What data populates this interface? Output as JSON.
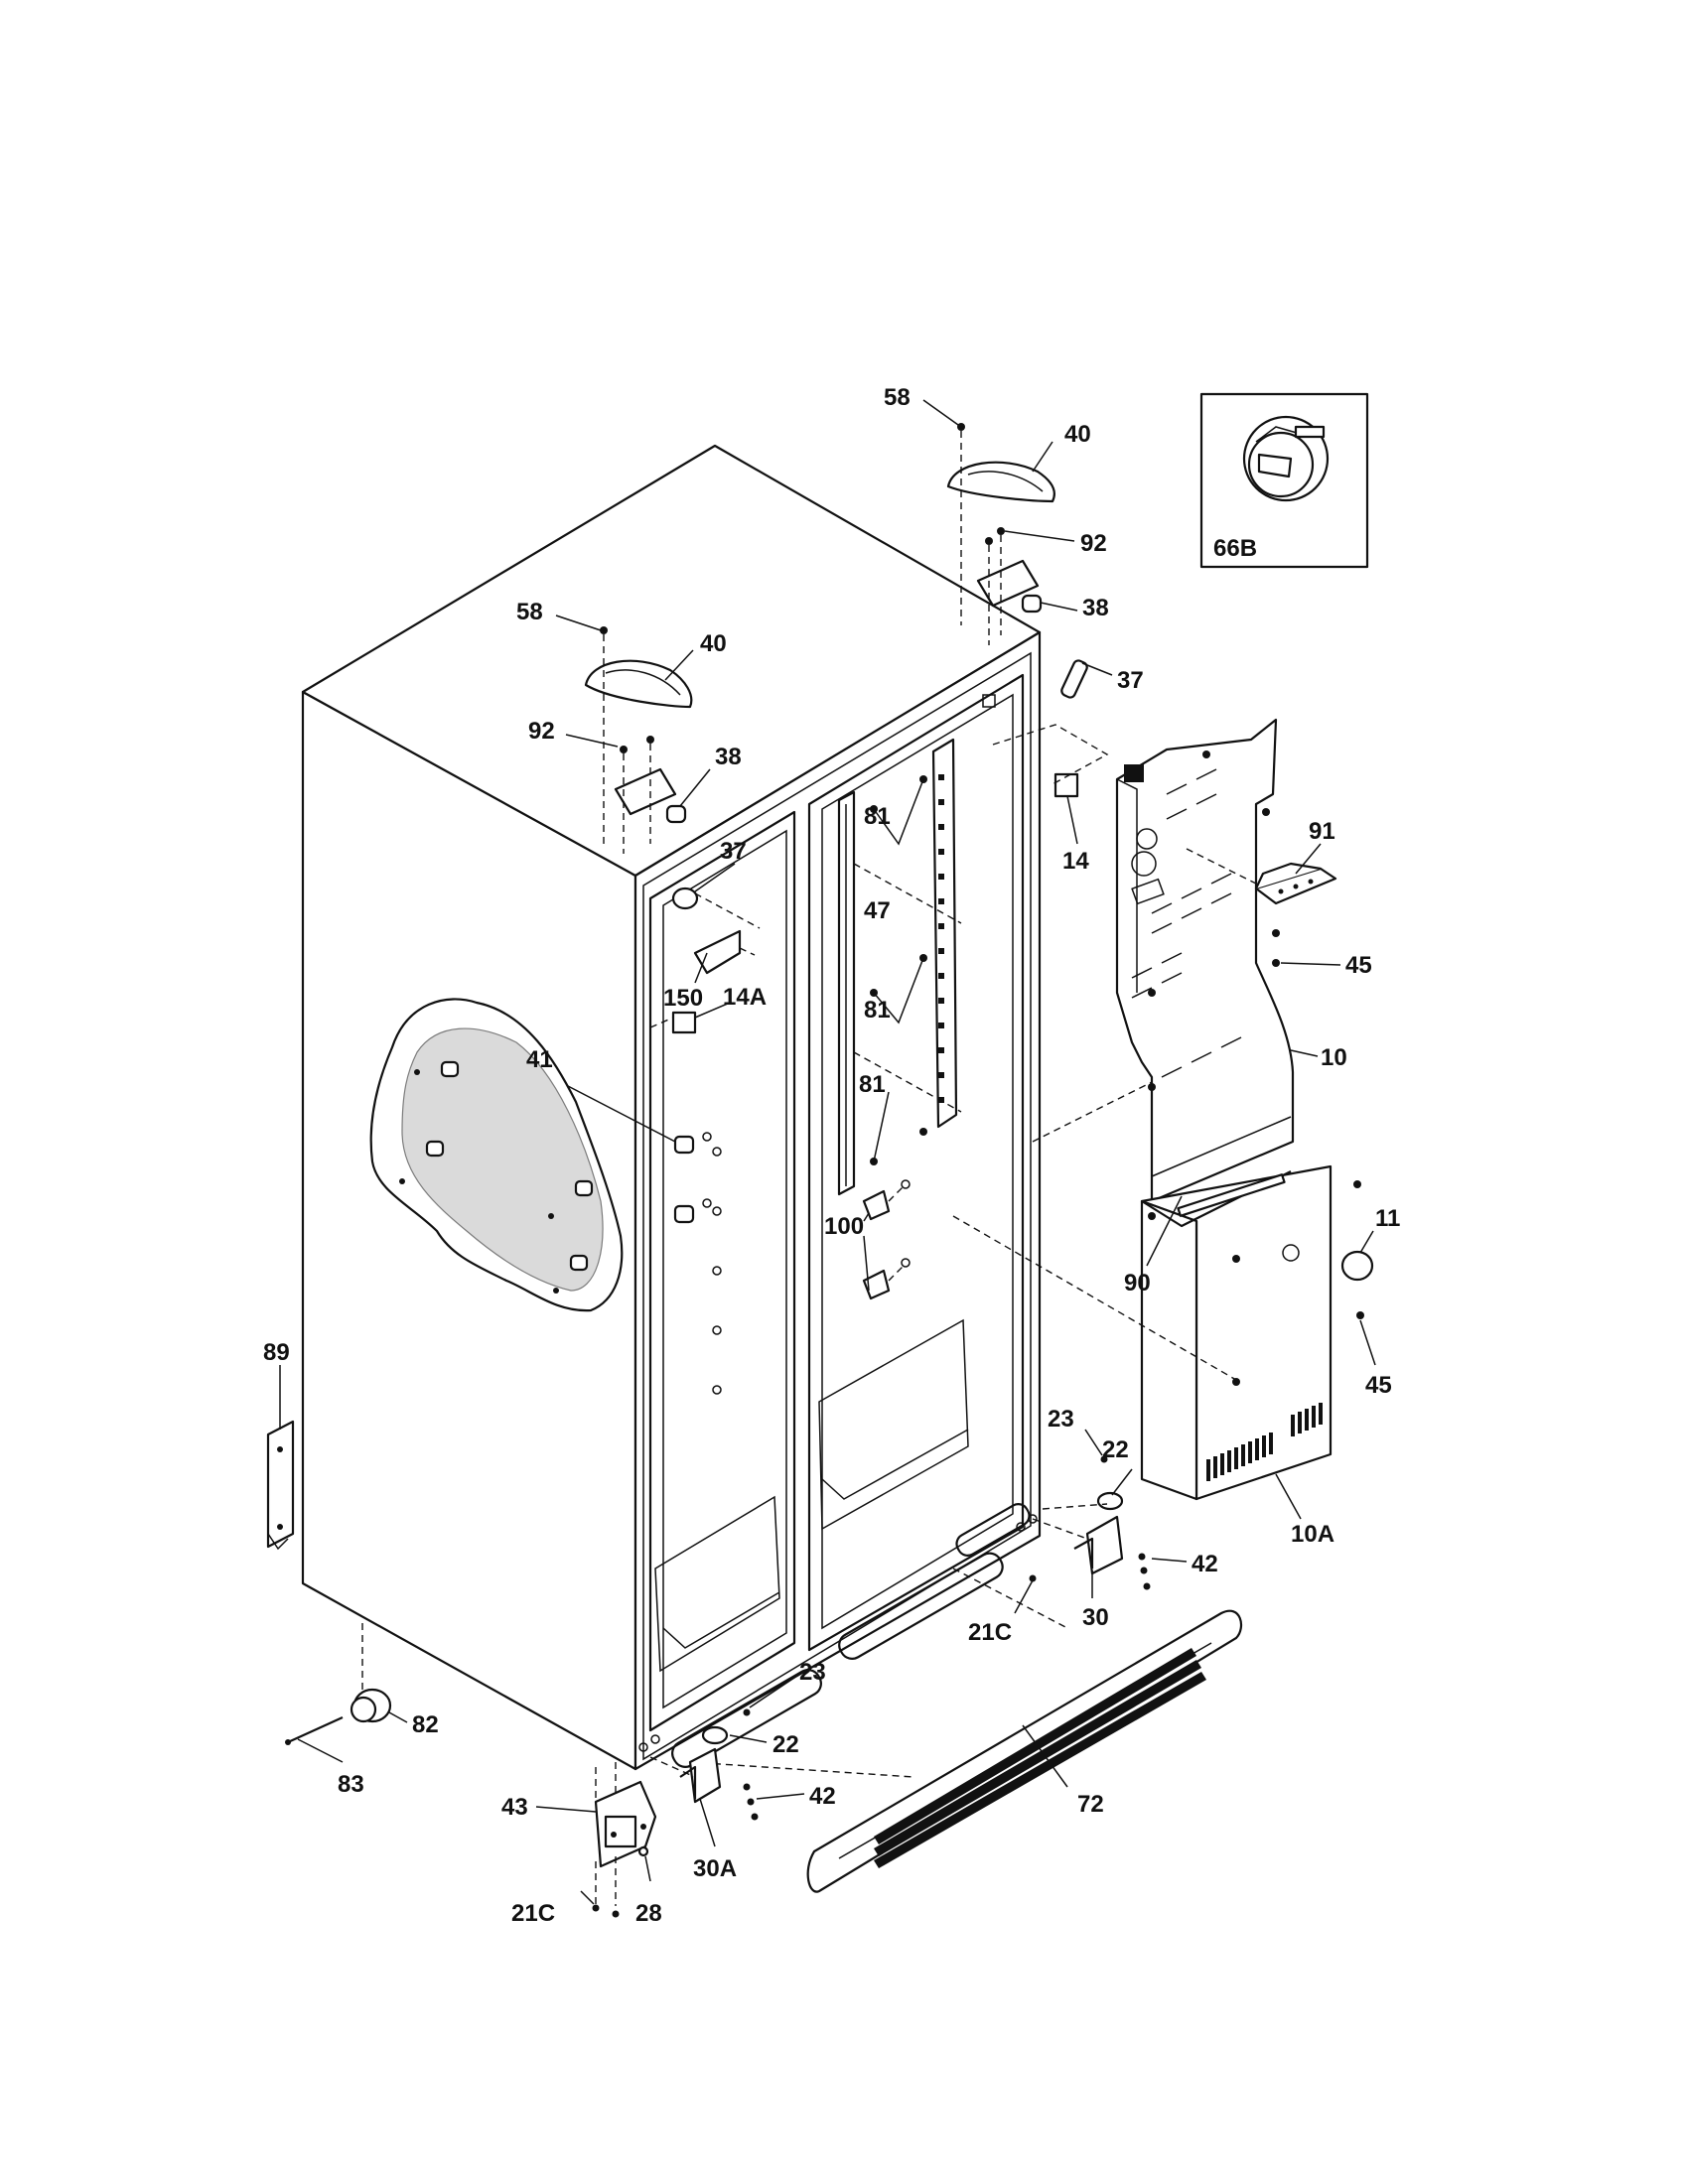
{
  "labels": {
    "l58a": "58",
    "l40a": "40",
    "l92a": "92",
    "l38a": "38",
    "l58b": "58",
    "l40b": "40",
    "l92b": "92",
    "l38b": "38",
    "l37a": "37",
    "l37b": "37",
    "l14": "14",
    "l14a": "14A",
    "l150": "150",
    "l81a": "81",
    "l81b": "81",
    "l81c": "81",
    "l47": "47",
    "l41": "41",
    "l100": "100",
    "l91": "91",
    "l45a": "45",
    "l10": "10",
    "l11": "11",
    "l90": "90",
    "l45b": "45",
    "l89": "89",
    "l23a": "23",
    "l22a": "22",
    "l42a": "42",
    "l10a": "10A",
    "l30": "30",
    "l21ca": "21C",
    "l23b": "23",
    "l22b": "22",
    "l42b": "42",
    "l82": "82",
    "l83": "83",
    "l43": "43",
    "l72": "72",
    "l30a": "30A",
    "l21cb": "21C",
    "l28": "28",
    "l66b": "66B"
  }
}
